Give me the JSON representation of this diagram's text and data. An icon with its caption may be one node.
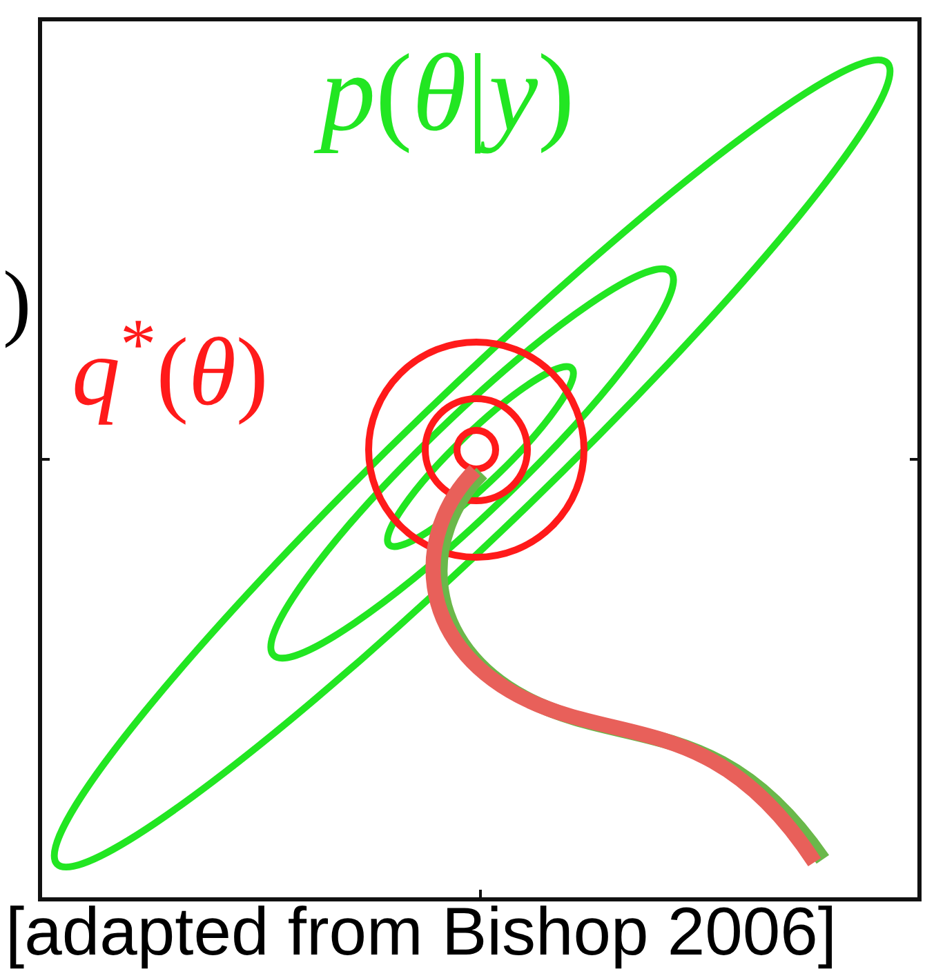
{
  "diagram": {
    "caption": "[adapted from Bishop 2006]",
    "labels": [
      ")",
      "*p*(*θ*|*y*)",
      "*q*$^{*}$(*θ*)"
    ]
  }
}
